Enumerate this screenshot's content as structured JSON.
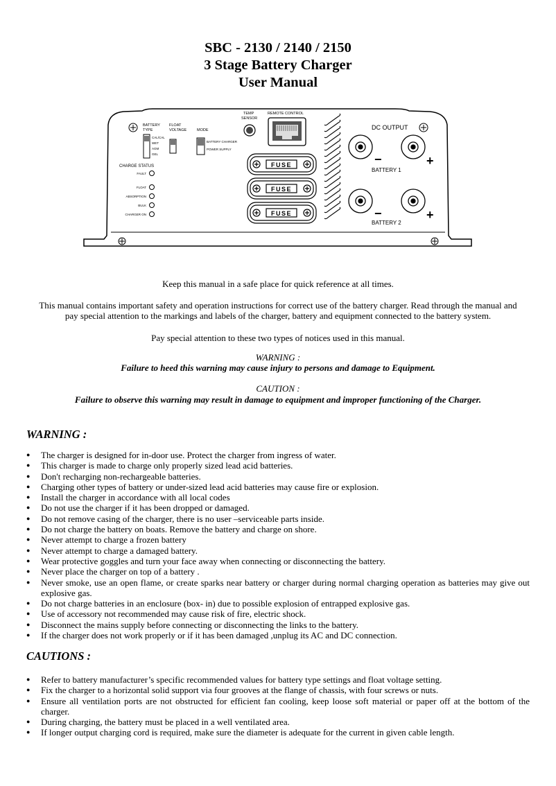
{
  "header": {
    "line1": "SBC - 2130 / 2140 / 2150",
    "line2": "3 Stage Battery Charger",
    "line3": "User Manual"
  },
  "device": {
    "battery_type_label": "BATTERY TYPE",
    "battery_types": [
      "CAL/CAL",
      "WET",
      "AGM",
      "GEL"
    ],
    "float_voltage_label": "FLOAT VOLTAGE",
    "mode_label": "MODE",
    "mode_options": [
      "BATTERY CHARGER",
      "POWER SUPPLY"
    ],
    "temp_sensor_label": "TEMP SENSOR",
    "remote_control_label": "REMOTE CONTROL",
    "charge_status_label": "CHARGE STATUS",
    "indicators": [
      "FAULT",
      "FLOAT",
      "ABSORPTION",
      "BULK",
      "CHARGER ON"
    ],
    "fuse_label": "FUSE",
    "dc_output_label": "DC OUTPUT",
    "battery1_label": "BATTERY  1",
    "battery2_label": "BATTERY  2",
    "minus": "−",
    "plus": "+"
  },
  "intro": {
    "keep_manual": "Keep this manual in a safe place for quick reference at all times.",
    "contains_line1": "This manual contains important safety and operation instructions for correct use of the battery charger. Read through the manual and",
    "contains_line2": "pay special attention to the markings and labels of the charger, battery and equipment connected to the battery system.",
    "notice_types": "Pay special attention to these two types of notices used in this manual.",
    "warning_head": "WARNING :",
    "warning_text": "Failure to heed this warning may cause injury to persons and damage to Equipment.",
    "caution_head": "CAUTION :",
    "caution_text": "Failure to observe this warning may result in damage to equipment and improper functioning of the Charger."
  },
  "warning_section": {
    "heading": "WARNING :",
    "items": [
      "The charger is designed for in-door use. Protect the charger from ingress of water.",
      "This charger is made to charge only properly sized lead acid batteries.",
      "Don't recharging non-rechargeable batteries.",
      "Charging other types of battery or under-sized lead acid batteries may cause fire or explosion.",
      "Install the charger in accordance with all local codes",
      "Do not use the charger if it has been dropped or damaged.",
      "Do not remove casing of the charger, there is no user –serviceable parts inside.",
      "Do not charge the battery on boats. Remove the battery and charge on shore.",
      "Never attempt to charge a frozen battery",
      "Never attempt to charge a damaged battery.",
      "Wear protective goggles and turn your face away when connecting or disconnecting the battery.",
      "Never place the charger on top of a battery .",
      "Never smoke, use an open flame, or create sparks near battery or charger during normal charging operation as batteries may give out explosive gas.",
      "Do not charge batteries in an enclosure (box- in) due to possible explosion of entrapped  explosive gas.",
      "Use of accessory not recommended may cause risk of fire, electric shock.",
      "Disconnect the mains supply before connecting or disconnecting the links to the battery.",
      "If the charger does not work properly or if it has been damaged ,unplug its AC and DC connection."
    ]
  },
  "caution_section": {
    "heading": "CAUTIONS :",
    "items": [
      "Refer to battery manufacturer’s specific recommended values for battery type settings and float voltage setting.",
      "Fix the charger to a horizontal solid support via four grooves at the flange of chassis, with four screws or nuts.",
      "Ensure all ventilation ports are not obstructed for efficient fan cooling, keep loose soft material or paper off at the bottom of the charger.",
      "During charging, the battery must be placed in a well ventilated area.",
      "If longer output charging cord is required, make sure the diameter is adequate for the current in given cable length."
    ]
  }
}
